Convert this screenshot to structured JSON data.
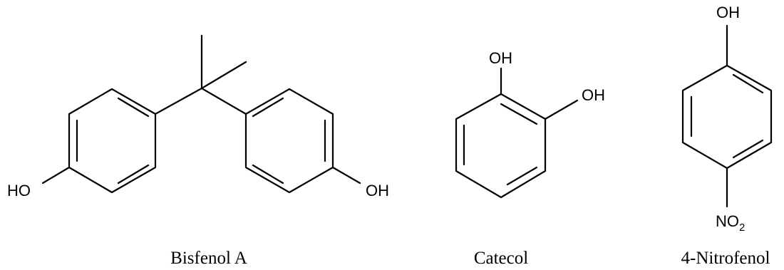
{
  "colors": {
    "ink": "#000000",
    "background": "#ffffff"
  },
  "molecules": [
    {
      "name": "Bisfenol A",
      "labels": {
        "oh_left": "HO",
        "oh_right": "OH"
      }
    },
    {
      "name": "Catecol",
      "labels": {
        "oh_top": "OH",
        "oh_side": "OH"
      }
    },
    {
      "name": "4-Nitrofenol",
      "labels": {
        "oh_top": "OH",
        "no2_main": "NO",
        "no2_sub": "2"
      }
    }
  ]
}
